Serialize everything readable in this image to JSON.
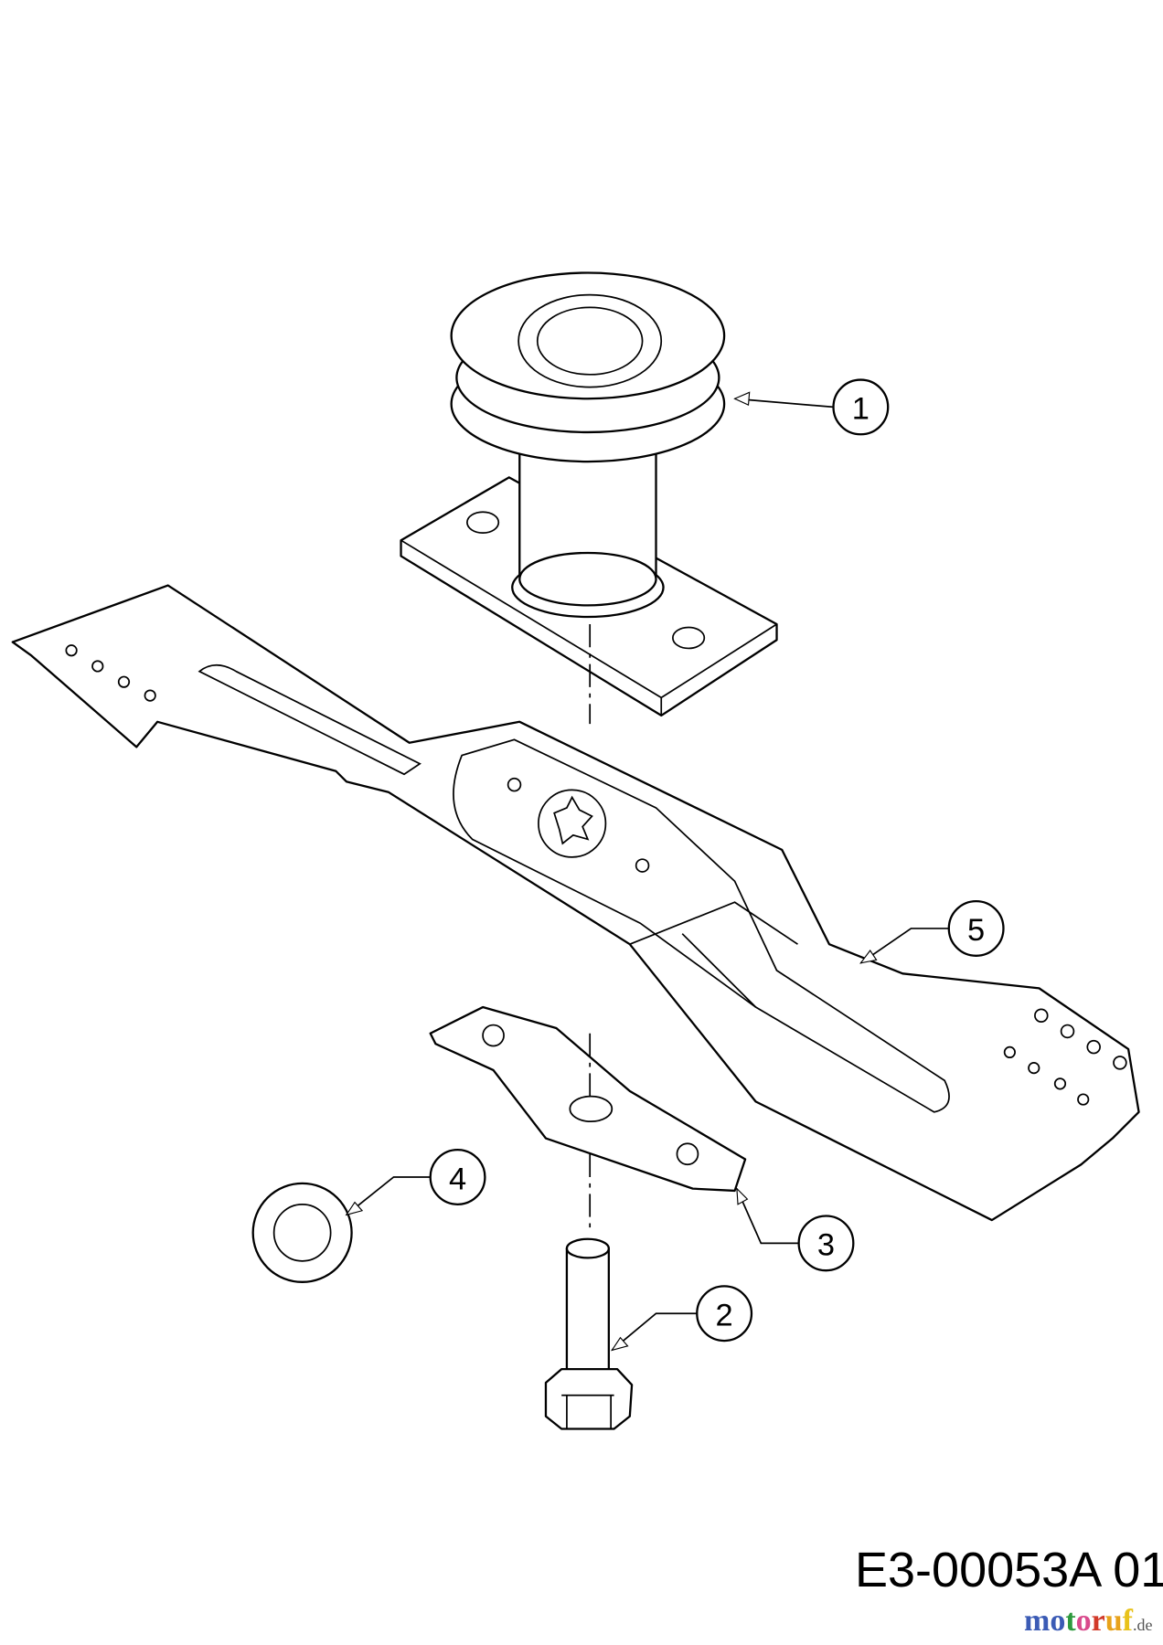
{
  "callouts": [
    {
      "number": "1",
      "part": "pulley-spindle"
    },
    {
      "number": "2",
      "part": "bolt"
    },
    {
      "number": "3",
      "part": "blade-adapter"
    },
    {
      "number": "4",
      "part": "washer"
    },
    {
      "number": "5",
      "part": "blade"
    }
  ],
  "drawing_code": "E3-00053A 01",
  "watermark": {
    "text": "motoruf",
    "suffix": ".de",
    "colors": [
      "#3b5bb5",
      "#3b5bb5",
      "#2e9a3e",
      "#d94a8c",
      "#d23a2a",
      "#e8a21a",
      "#e8c21a"
    ]
  }
}
